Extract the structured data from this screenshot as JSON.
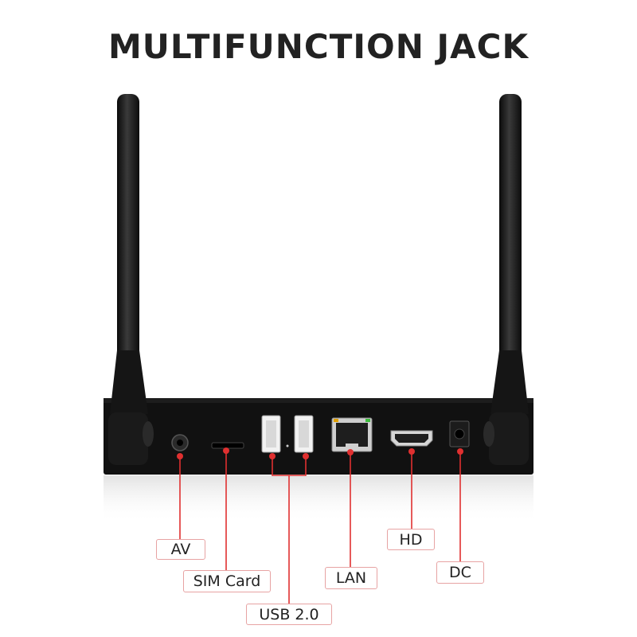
{
  "title": "MULTIFUNCTION JACK",
  "colors": {
    "device": "#111111",
    "pointer": "#e03030",
    "label_border": "#e7a3a3",
    "title": "#222222"
  },
  "ports": [
    {
      "id": "av",
      "label": "AV"
    },
    {
      "id": "sim",
      "label": "SIM Card"
    },
    {
      "id": "usb",
      "label": "USB 2.0"
    },
    {
      "id": "lan",
      "label": "LAN"
    },
    {
      "id": "hd",
      "label": "HD"
    },
    {
      "id": "dc",
      "label": "DC"
    }
  ]
}
